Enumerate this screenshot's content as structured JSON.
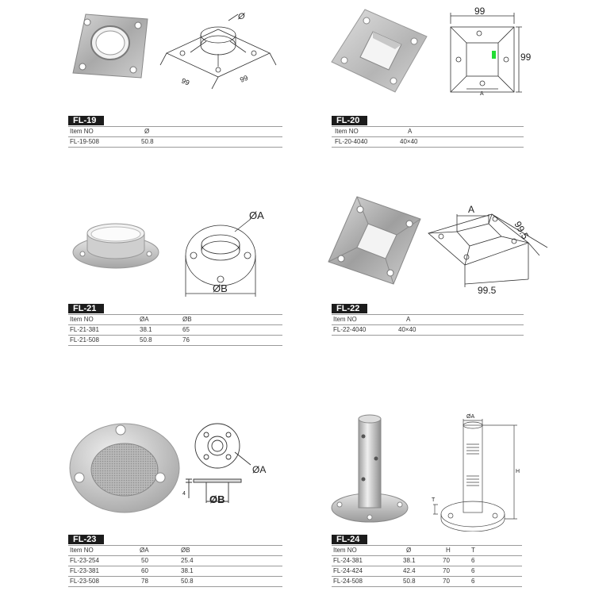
{
  "products": {
    "fl19": {
      "tag": "FL-19",
      "headers": [
        "Item NO",
        "Ø"
      ],
      "rows": [
        [
          "FL-19-508",
          "50.8"
        ]
      ],
      "dims": {
        "d": "Ø",
        "w1": "99",
        "w2": "99"
      }
    },
    "fl20": {
      "tag": "FL-20",
      "headers": [
        "Item NO",
        "A"
      ],
      "rows": [
        [
          "FL-20-4040",
          "40×40"
        ]
      ],
      "dims": {
        "top": "99",
        "side": "99",
        "a": "A"
      }
    },
    "fl21": {
      "tag": "FL-21",
      "headers": [
        "Item NO",
        "ØA",
        "ØB"
      ],
      "rows": [
        [
          "FL-21-381",
          "38.1",
          "65"
        ],
        [
          "FL-21-508",
          "50.8",
          "76"
        ]
      ],
      "dims": {
        "a": "ØA",
        "b": "ØB"
      }
    },
    "fl22": {
      "tag": "FL-22",
      "headers": [
        "Item NO",
        "A"
      ],
      "rows": [
        [
          "FL-22-4040",
          "40×40"
        ]
      ],
      "dims": {
        "a": "A",
        "w1": "99.5",
        "w2": "99.5"
      }
    },
    "fl23": {
      "tag": "FL-23",
      "headers": [
        "Item NO",
        "ØA",
        "ØB"
      ],
      "rows": [
        [
          "FL-23-254",
          "50",
          "25.4"
        ],
        [
          "FL-23-381",
          "60",
          "38.1"
        ],
        [
          "FL-23-508",
          "78",
          "50.8"
        ]
      ],
      "dims": {
        "a": "ØA",
        "b": "ØB",
        "t": "4"
      }
    },
    "fl24": {
      "tag": "FL-24",
      "headers": [
        "Item NO",
        "Ø",
        "H",
        "T"
      ],
      "rows": [
        [
          "FL-24-381",
          "38.1",
          "70",
          "6"
        ],
        [
          "FL-24-424",
          "42.4",
          "70",
          "6"
        ],
        [
          "FL-24-508",
          "50.8",
          "70",
          "6"
        ]
      ],
      "dims": {
        "a": "ØA",
        "h": "H",
        "t": "T"
      }
    }
  }
}
